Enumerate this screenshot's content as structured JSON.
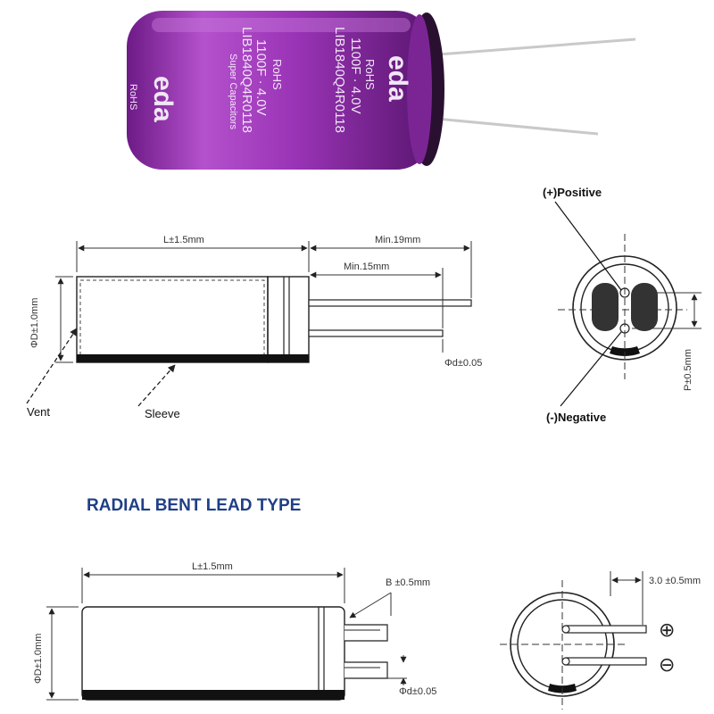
{
  "photo": {
    "brand_logo": "eda",
    "series_text": "Super Capacitors",
    "part_number": "LIB1840Q4R0118",
    "rating": "1100F · 4.0V",
    "rohs": "RoHS",
    "colors": {
      "sleeve": "#8a2aa8",
      "sleeve_light": "#b253c9",
      "sleeve_dark": "#5a1670",
      "lead": "#d8d8d8"
    }
  },
  "straight_lead": {
    "dim_length": "L±1.5mm",
    "dim_lead_long": "Min.19mm",
    "dim_lead_short": "Min.15mm",
    "dim_diameter": "ΦD±1.0mm",
    "dim_lead_dia": "Φd±0.05",
    "callout_vent": "Vent",
    "callout_sleeve": "Sleeve",
    "top_view": {
      "positive": "(+)Positive",
      "negative": "(-)Negative",
      "pitch": "P±0.5mm"
    }
  },
  "bent_lead": {
    "title": "RADIAL BENT LEAD TYPE",
    "title_color": "#1f3f86",
    "dim_length": "L±1.5mm",
    "dim_bend": "B ±0.5mm",
    "dim_diameter": "ΦD±1.0mm",
    "dim_lead_dia": "Φd±0.05",
    "top_view": {
      "dim_offset": "3.0 ±0.5mm",
      "plus_symbol": "⊕",
      "minus_symbol": "⊖"
    }
  }
}
